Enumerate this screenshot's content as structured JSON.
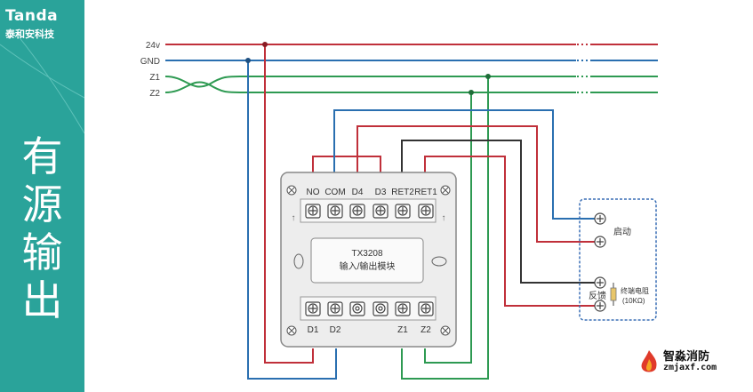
{
  "brand": {
    "name": "Tanda",
    "subtitle": "泰和安科技"
  },
  "title_chars": [
    "有",
    "源",
    "输",
    "出"
  ],
  "bus_labels": {
    "v24": "24v",
    "gnd": "GND",
    "z1": "Z1",
    "z2": "Z2"
  },
  "module": {
    "top_terminals": [
      "NO",
      "COM",
      "D4",
      "D3",
      "RET2",
      "RET1"
    ],
    "bottom_terminals_left": [
      "D1",
      "D2"
    ],
    "bottom_terminals_right": [
      "Z1",
      "Z2"
    ],
    "model": "TX3208",
    "name": "输入/输出模块"
  },
  "device": {
    "start_label": "启动",
    "feedback_label": "反馈",
    "resistor_label": "终端电阻",
    "resistor_value": "(10KΩ)"
  },
  "watermark": {
    "name": "智淼消防",
    "url": "zmjaxf.com"
  },
  "colors": {
    "sidebar": "#2aa39a",
    "red": "#c0303a",
    "blue": "#2a6fb0",
    "green": "#2e9a52",
    "black": "#333333",
    "dashed_box": "#3a6fb5"
  }
}
